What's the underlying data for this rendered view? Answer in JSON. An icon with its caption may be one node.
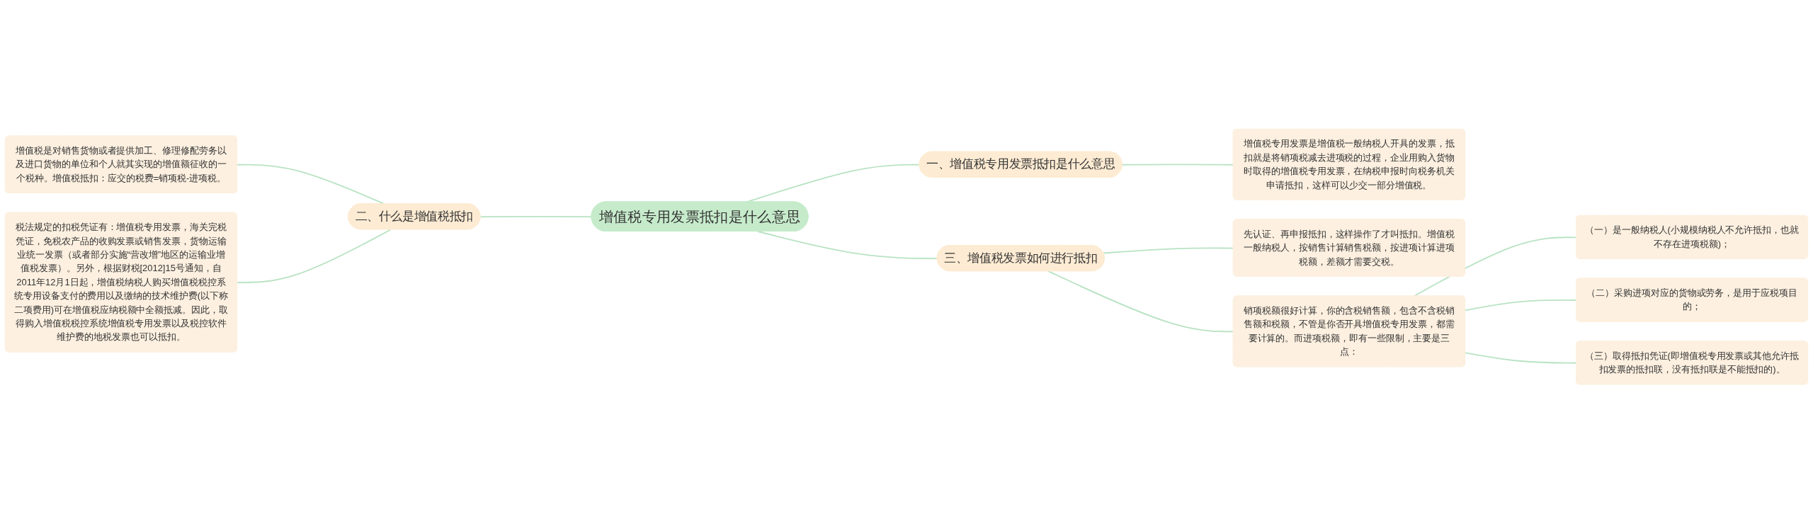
{
  "diagram": {
    "nodes": [
      {
        "text": [
          "增值税专用发票抵扣是什么意思"
        ]
      },
      {
        "text": [
          "一、增值税专用发票抵扣是什么意思"
        ]
      },
      {
        "text": [
          "增值税专用发票是增值税一般纳税人开具的发票，抵扣就是将销项税减去进项税的过程，企业用购入货物时取得的增值税专用发票，在纳税申报时向税务机关申请抵扣，这样可以少交一部分增值税。"
        ]
      },
      {
        "text": [
          "二、什么是增值税抵扣"
        ]
      },
      {
        "text": [
          "增值税是对销售货物或者提供加工、修理修配劳务以及进口货物的单位和个人就其实现的增值额征收的一个税种。增值税抵扣：应交的税费=销项税-进项税。"
        ]
      },
      {
        "text": [
          "税法规定的扣税凭证有：增值税专用发票，海关完税凭证，免税农产品的收购发票或销售发票，货物运输业统一发票（或者部分实施“营改增”地区的运输业增值税发票）。另外，根据财税[2012]15号通知，自2011年12月1日起，增值税纳税人购买增值税税控系统专用设备支付的费用以及缴纳的技术维护费(以下称二项费用)可在增值税应纳税额中全额抵减。因此，取得购入增值税税控系统增值税专用发票以及税控软件维护费的地税发票也可以抵扣。"
        ]
      },
      {
        "text": [
          "三、增值税发票如何进行抵扣"
        ]
      },
      {
        "text": [
          "先认证、再申报抵扣，这样操作了才叫抵扣。增值税一般纳税人，按销售计算销售税额，按进项计算进项税额，差额才需要交税。"
        ]
      },
      {
        "text": [
          "销项税额很好计算，你的含税销售额，包含不含税销售额和税额，不管是你否开具增值税专用发票，都需要计算的。而进项税额，即有一些限制，主要是三点："
        ]
      },
      {
        "text": [
          "（一）是一般纳税人(小规模纳税人不允许抵扣，也就不存在进项税额)；"
        ]
      },
      {
        "text": [
          "（二）采购进项对应的货物或劳务，是用于应税项目的；"
        ]
      },
      {
        "text": [
          "（三）取得抵扣凭证(即增值税专用发票或其他允许抵扣发票的抵扣联，没有抵扣联是不能抵扣的)。"
        ]
      }
    ],
    "edges": [
      {
        "from": 0,
        "to": 1,
        "arrow": "none"
      },
      {
        "from": 1,
        "to": 2,
        "arrow": "none"
      },
      {
        "from": 0,
        "to": 3,
        "arrow": "none"
      },
      {
        "from": 3,
        "to": 4,
        "arrow": "none"
      },
      {
        "from": 3,
        "to": 5,
        "arrow": "none"
      },
      {
        "from": 0,
        "to": 6,
        "arrow": "none"
      },
      {
        "from": 6,
        "to": 7,
        "arrow": "none"
      },
      {
        "from": 6,
        "to": 8,
        "arrow": "none"
      },
      {
        "from": 8,
        "to": 9,
        "arrow": "none"
      },
      {
        "from": 8,
        "to": 10,
        "arrow": "none"
      },
      {
        "from": 8,
        "to": 11,
        "arrow": "none"
      }
    ]
  }
}
